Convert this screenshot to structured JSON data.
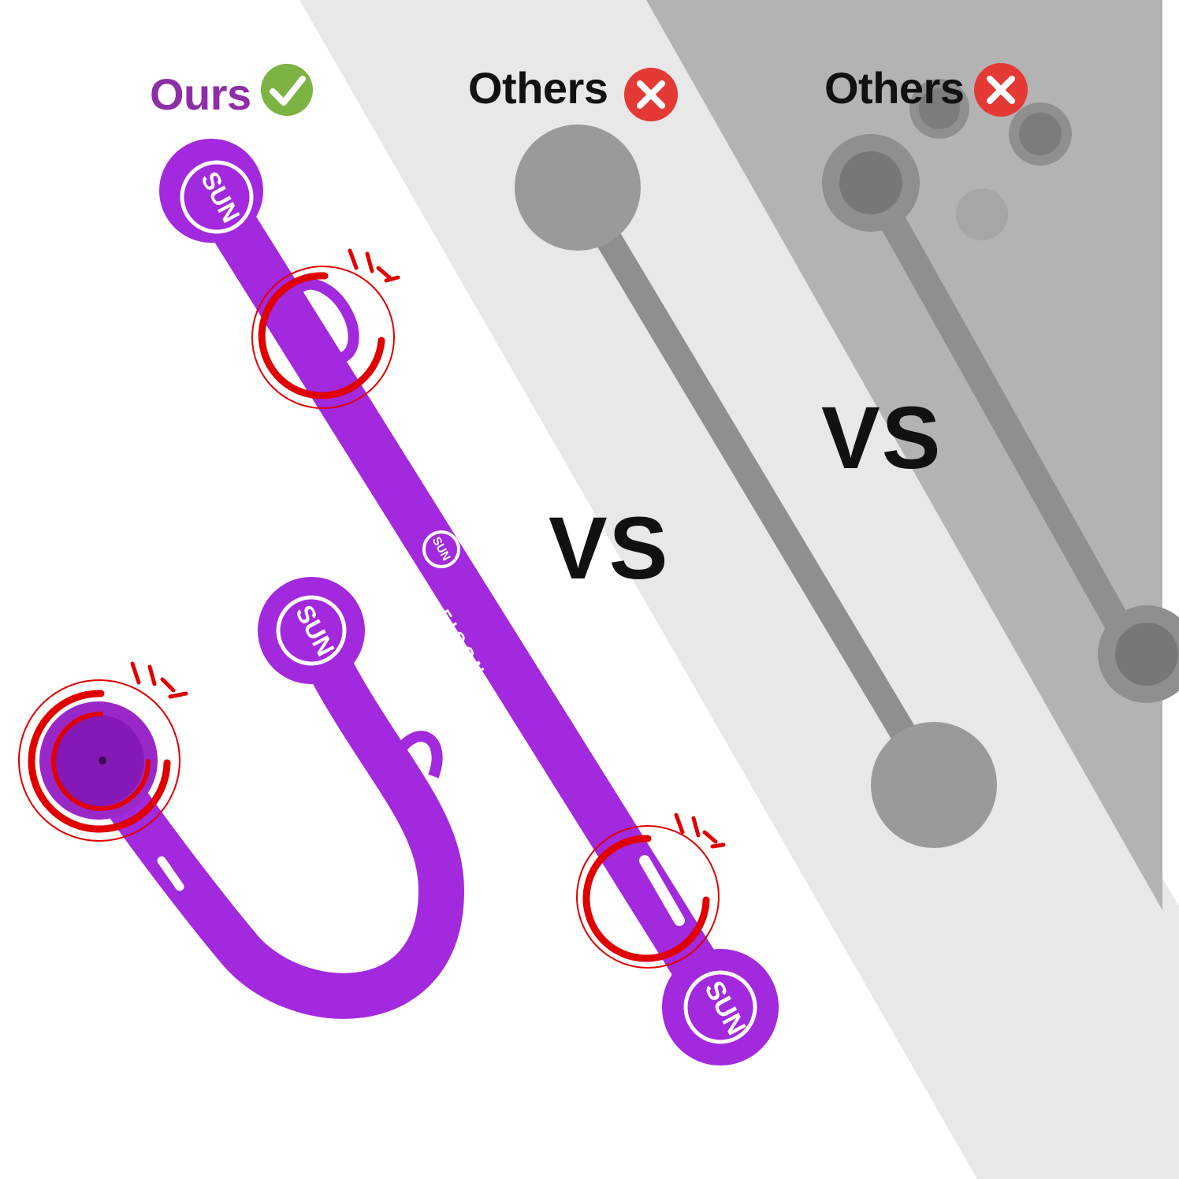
{
  "columns": [
    {
      "label": "Ours",
      "status": "check",
      "label_color": "#8e2ea6",
      "badge_color": "#7cb342"
    },
    {
      "label": "Others",
      "status": "cross",
      "label_color": "#111111",
      "badge_color": "#e53935"
    },
    {
      "label": "Others",
      "status": "cross",
      "label_color": "#111111",
      "badge_color": "#e53935"
    }
  ],
  "vs_labels": [
    "VS",
    "VS"
  ],
  "brand": {
    "logo_text": "SUN",
    "strap_text": "FICON",
    "strap_color": "#a229dd",
    "strap_dark": "#8419b8",
    "highlight_color": "#e00000"
  },
  "competitors": {
    "strap_color": "#8f8f8f",
    "strap_light": "#9c9c9c",
    "magnet_color": "#a6a6a6"
  },
  "backgrounds": {
    "panel_1": "#ffffff",
    "panel_2": "#e8e8e8",
    "panel_3": "#b3b3b3"
  },
  "icons": [
    "check-icon",
    "cross-icon",
    "cross-icon"
  ]
}
